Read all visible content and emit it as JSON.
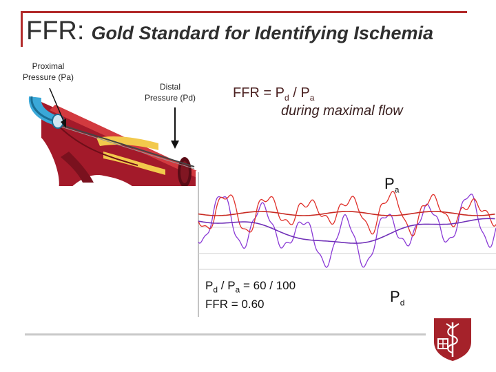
{
  "title": {
    "main": "FFR:",
    "subtitle": "Gold Standard for Identifying Ischemia"
  },
  "labels": {
    "proximal_line1": "Proximal",
    "proximal_line2": "Pressure (Pa)",
    "distal_line1": "Distal",
    "distal_line2": "Pressure (Pd)"
  },
  "formula": {
    "prefix": "FFR = P",
    "sub_d": "d",
    "mid": " / P",
    "sub_a": "a",
    "line2": "during maximal flow"
  },
  "tracing_labels": {
    "pa_main": "P",
    "pa_sub": "a",
    "pd_main": "P",
    "pd_sub": "d"
  },
  "result": {
    "ratio_p1": "P",
    "ratio_sub1": "d",
    "ratio_mid": " / P",
    "ratio_sub2": "a",
    "ratio_values": " = 60 / 100",
    "ffr_line": "FFR = 0.60"
  },
  "colors": {
    "accent_red": "#b22a2a",
    "pa_trace": "#e0302a",
    "pd_trace": "#8a3ad6",
    "logo_red": "#a5222a"
  },
  "icons": {
    "vessel": "coronary-artery-illustration",
    "logo": "crest-logo"
  }
}
